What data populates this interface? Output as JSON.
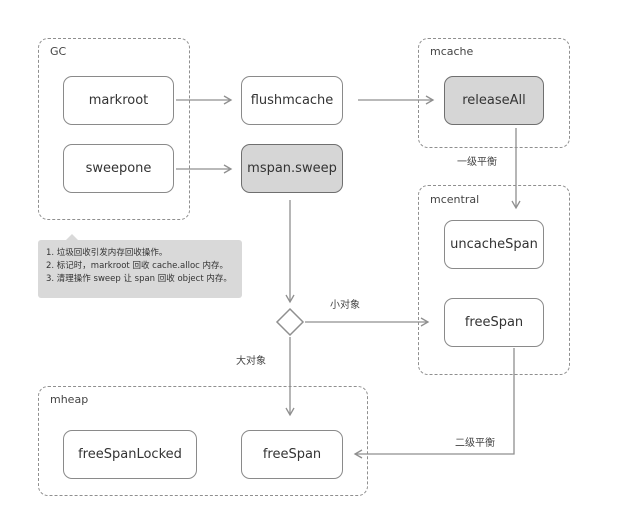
{
  "groups": {
    "gc": {
      "label": "GC"
    },
    "mcache": {
      "label": "mcache"
    },
    "mcentral": {
      "label": "mcentral"
    },
    "mheap": {
      "label": "mheap"
    }
  },
  "nodes": {
    "markroot": "markroot",
    "sweepone": "sweepone",
    "flushmcache": "flushmcache",
    "mspan_sweep": "mspan.sweep",
    "releaseAll": "releaseAll",
    "uncacheSpan": "uncacheSpan",
    "freeSpan_central": "freeSpan",
    "freeSpan_heap": "freeSpan",
    "freeSpanLocked": "freeSpanLocked"
  },
  "edge_labels": {
    "level1_balance": "一级平衡",
    "small_object": "小对象",
    "large_object": "大对象",
    "level2_balance": "二级平衡"
  },
  "note": {
    "lines": [
      "1. 垃圾回收引发内存回收操作。",
      "2. 标记时，markroot 回收 cache.alloc 内存。",
      "3. 清理操作 sweep 让 span 回收 object 内存。"
    ]
  },
  "colors": {
    "border": "#8a8a8a",
    "shaded_fill": "#d6d6d6",
    "note_fill": "#d9d9d9",
    "arrow": "#8f8f8f"
  }
}
